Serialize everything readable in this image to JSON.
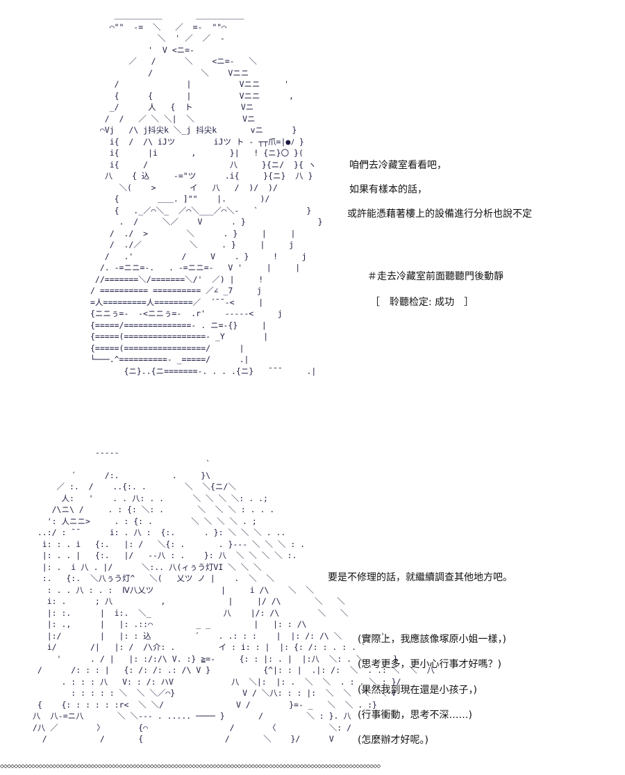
{
  "dialogue_top": [
    "咱們去冷藏室看看吧，",
    "如果有樣本的話，",
    "或許能憑藉著樓上的設備進行分析也說不定"
  ],
  "action_line": "＃走去冷藏室前面聽聽門後動靜",
  "check_line": "［　聆聽检定: 成功　］",
  "dialogue_mid": "要是不修理的話，就繼續調查其他地方吧。",
  "thoughts": [
    "(實際上，我應該像塚原小姐一樣，)",
    "(思考更多，更小心行事才好嗎？)",
    "(果然我到現在還是小孩子，)",
    "(行事衝動，思考不深……)",
    "(怎麼辦才好呢。)"
  ],
  "art_top_text": "     ＿＿＿＿＿＿       ＿＿＿＿＿＿\n    ⌒\"\"  -=  ＼   ／  =-  \"\"⌒\n              ＼  ' ／  ／  -\n            '  V <ニ=-\n        ／   /      ＼    <ニ=-   ＼\n            /          ＼    Vニニ\n     /              |          Vニニ     '\n     {      {       |          Vニニ      ,\n    _/      人   {  ト          Vニ\n   /  /   ／ ＼ ＼|  ＼          Vニ\n  ⌒Vj   /\\ j抖尖k ＼_j 抖尖k       vニ      }\n    i{  /  /\\ iJツ        iJツ ト - ┬┬爪=|●ﾉ }\n    i{      |i       ,       }|   ! {ニ}〇 }(\n    i{     /                 八     }{ニ/  }{ ヽ\n   八    { 込     -=\"ツ      .i{     }{ニ}  八 }\n      ＼(    >       イ   八   /  )/  )/\n     {        ＿＿. ]\"\"    |.       )/\n     {   ._／⌒＼_  ／⌒＼___／⌒＼-   `          }\n      .  /     ＼／    V      . }               }\n    /  ./  >        ＼      . }     |     |\n    /  ./／          ＼     . }     |     j\n   /   .'          /     V    . }     !     j\n  /. -=ニニ=-.   . -=ニニ=-   V '     |     |\n //=======＼/=======＼/'  ／) |     !\n/ ========== ========== ／∠ _7     j\n=人=========人========／  ´¯¯-<     |\n{ニニぅ=-  -<ニニぅ=-  .r'    -----<     j\n{=====/==============- . ニ=-{}     |\n{=====(=================- _Y        |\n{=====(=================/      |\n└───.^==========- _=====/      .|\n       {ニ}..{ニ=======-. . . .{ニ}   ¯¯¯     .|",
  "art_bottom_text": "\n              -----\n                                     `\n         ´      /:.           .     }\\\n      ／ :.  /    ..{:. .        ＼  ＼{ニ/＼\n       人:   '    . . 八: . .      ＼ ＼ ＼ ＼: . .;\n     /\\ニ\\ /     . : {: ＼: .       ＼  ＼ ＼ : . . .\n    ': 人ニニ>     . : {: .        ＼ ＼ ＼ ＼ . ;\n  ..:/ : ¯¯      i: . 八 :  {:.      . }: ＼ ＼ ＼ . ..\n   i: : . i   {:.   |: /   ＼{: .       . }--- ＼ ＼ ＼ : .\n   |: . . |   {:.   |/   --八 : .    }: 八  ＼ ＼ ＼ ＼ :.\n   |: .  i 八 . |/      ＼:.. 八(ィぅう灯VI ＼ ＼ ＼\n   :.   {:.  ＼八ぅう灯^   ＼(   乂ツ ノ |    .  ＼  ＼\n    : . . 八 : . :  Ⅳ八乂ツ              |     i /\\    ＼  ＼\n    i: .      ; 八          ,             |     |/ /\\       ＼   ＼\n    |: :.      |  i:.  ＼_               八    |/: /\\        ＼   ＼\n    |: .,      |   |: .::⌒         _ _         |   |: : /\\\n    |:/        |   |: : 込         ´    . .: : :    |  |: /: /\\ ＼        '.\n    i/       /|   |: /  /\\介: .         イ : i: : |  |: {: /: : . : . `\n      '      . / |   |: :/:/\\ V. :} ≧=-     {: : |: . |  |:八  ＼: . ＼      }\n  /      /: : : |   {: /: /: .: /\\ V }           {^|: : |  .|: /:  ＼  . .: ＼  ＼  八\n       . : : : 八   V: : /: ハV            八  ＼|:  |: .  ＼  ＼  . : . ＼ : }/\n         : : : : : ＼  ＼ ＼／⌒}              V / ＼八: : : |:  ＼  ＼  ＼  ＼ V\n  {    {: : : : : :r<  ＼ ＼/               V /        }=- _   ＼  ＼ . :}\n 八  八-=ニ八       ＼ ＼--- . ..... ──── }       /         ＼ : }. 八\n /八 ／        〉       {⌒                 /       〈           ＼: /\n   /           /       {                 /       ＼    }/      V",
  "bottom_border": "◇◇◇◇◇◇◇◇◇◇◇◇◇◇◇◇◇◇◇◇◇◇◇◇◇◇◇◇◇◇◇◇◇◇◇◇◇◇◇◇◇◇◇◇◇◇◇◇◇◇◇◇◇◇◇◇◇◇◇◇◇◇◇◇◇◇◇◇◇◇◇◇◇◇◇◇◇◇◇◇◇◇◇◇◇◇◇◇◇◇◇◇◇◇◇◇◇◇◇◇◇◇◇◇◇◇◇◇◇"
}
